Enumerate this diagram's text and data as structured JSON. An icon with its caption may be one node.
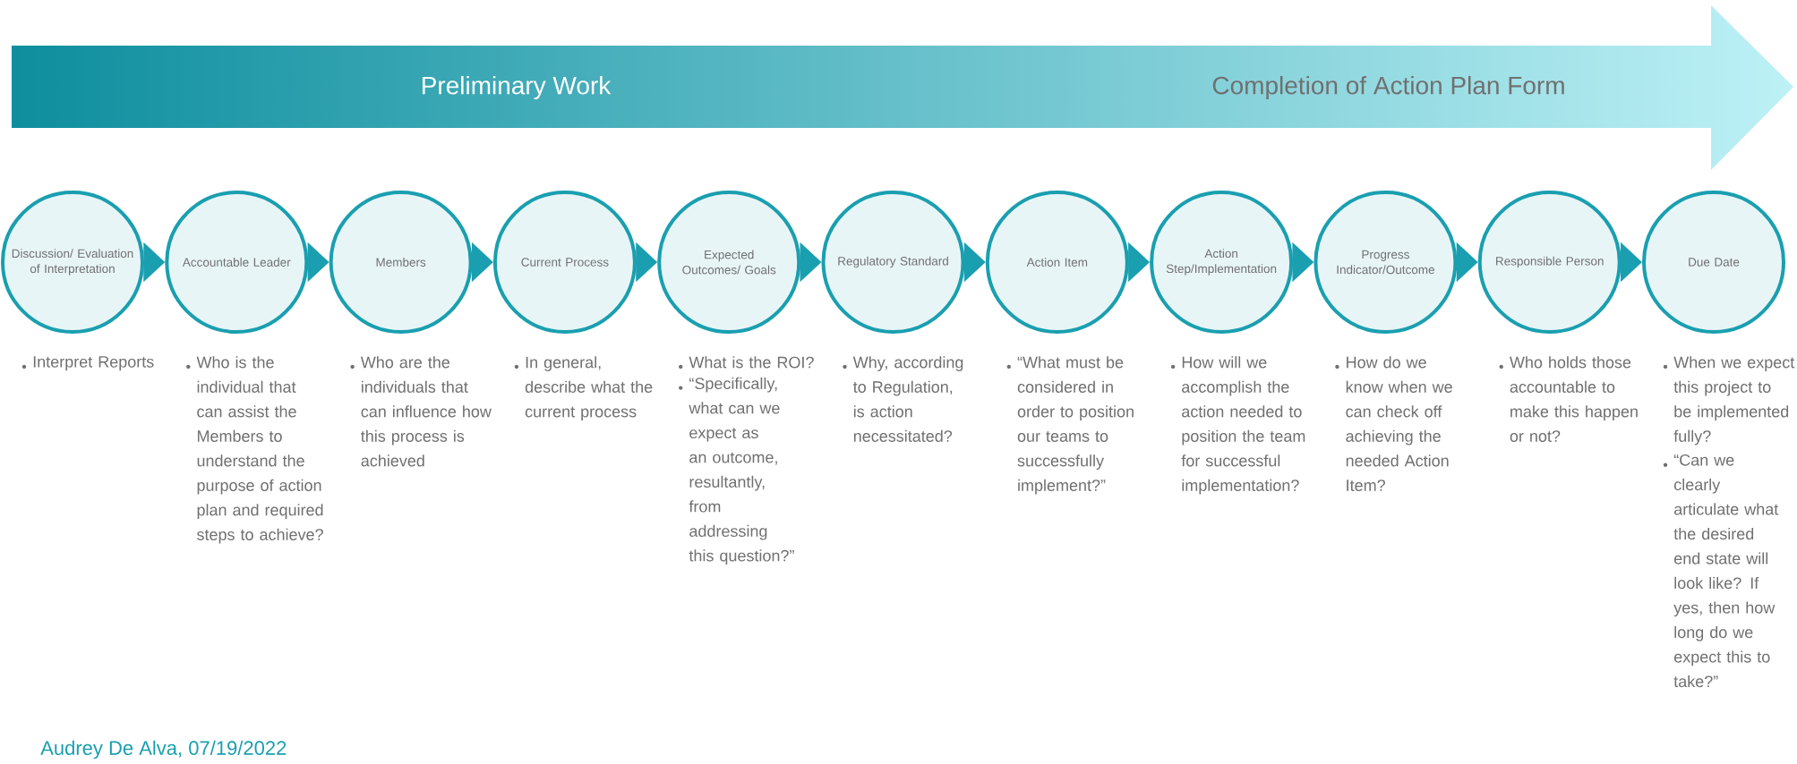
{
  "diagram": {
    "nodes": [
      {
        "text": [
          "Discussion/ Evaluation of Interpretation"
        ],
        "beside": [
          "Interpret Reports"
        ]
      },
      {
        "text": [
          "Accountable Leader"
        ],
        "beside": [
          "Who is the individual that can assist the Members to understand the purpose of action plan and required steps to achieve?"
        ]
      },
      {
        "text": [
          "Members"
        ],
        "beside": [
          "Who are the individuals that can influence how this process is achieved"
        ]
      },
      {
        "text": [
          "Current Process"
        ],
        "beside": [
          "In general, describe what the current process"
        ]
      },
      {
        "text": [
          "Expected Outcomes/ Goals"
        ],
        "beside": [
          "What is the ROI?",
          "“Specifically, what can we expect as an outcome, resultantly, from addressing this question?”"
        ]
      },
      {
        "text": [
          "Regulatory Standard"
        ],
        "beside": [
          "Why, according to Regulation, is action necessitated?"
        ]
      },
      {
        "text": [
          "Action Item"
        ],
        "beside": [
          "“What must be considered in order to position our teams to successfully implement?”"
        ]
      },
      {
        "text": [
          "Action Step/Implementation"
        ],
        "beside": [
          "How will we accomplish the action needed to position the team for successful implementation?"
        ]
      },
      {
        "text": [
          "Progress Indicator/Outcome"
        ],
        "beside": [
          "How do we know when we can check off achieving the needed Action Item?"
        ]
      },
      {
        "text": [
          "Responsible Person"
        ],
        "beside": [
          "Who holds those accountable to make this happen or not?"
        ]
      },
      {
        "text": [
          "Due Date"
        ],
        "beside": [
          "When we expect this project to be implemented fully?",
          "“Can we clearly articulate what the desired end state will look like? If yes, then how long do we expect this to take?”"
        ]
      }
    ],
    "edges": [
      {
        "from": 0,
        "to": 1,
        "arrow": "to"
      },
      {
        "from": 1,
        "to": 2,
        "arrow": "to"
      },
      {
        "from": 2,
        "to": 3,
        "arrow": "to"
      },
      {
        "from": 3,
        "to": 4,
        "arrow": "to"
      },
      {
        "from": 4,
        "to": 5,
        "arrow": "to"
      },
      {
        "from": 5,
        "to": 6,
        "arrow": "to"
      },
      {
        "from": 6,
        "to": 7,
        "arrow": "to"
      },
      {
        "from": 7,
        "to": 8,
        "arrow": "to"
      },
      {
        "from": 8,
        "to": 9,
        "arrow": "to"
      },
      {
        "from": 9,
        "to": 10,
        "arrow": "to"
      }
    ],
    "labels": [
      "Preliminary Work",
      "Completion of Action Plan Form",
      "Audrey De Alva, 07/19/2022"
    ]
  }
}
